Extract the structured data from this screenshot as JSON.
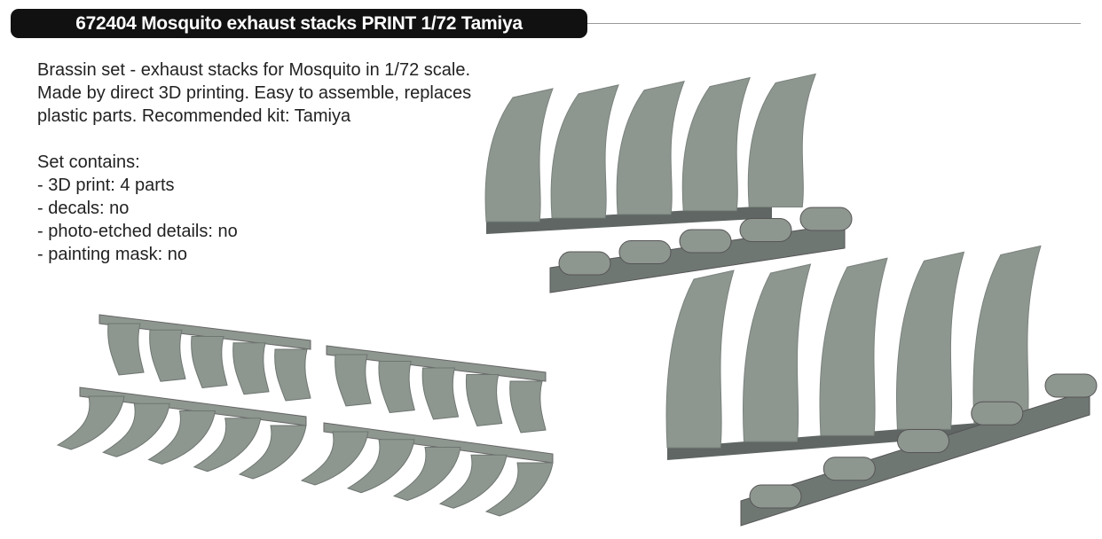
{
  "header": {
    "title": "672404  Mosquito exhaust stacks PRINT  1/72  Tamiya"
  },
  "description": {
    "lines": [
      "Brassin set - exhaust stacks for Mosquito in 1/72 scale.",
      "Made by direct 3D printing. Easy to assemble, replaces",
      "plastic parts. Recommended kit: Tamiya"
    ],
    "contents_title": "Set contains:",
    "contents": [
      "- 3D print: 4 parts",
      "- decals: no",
      "- photo-etched details: no",
      "- painting mask: no"
    ]
  },
  "colors": {
    "part": "#8e9690",
    "part_dark": "#5f6663",
    "bar": "#111111"
  }
}
